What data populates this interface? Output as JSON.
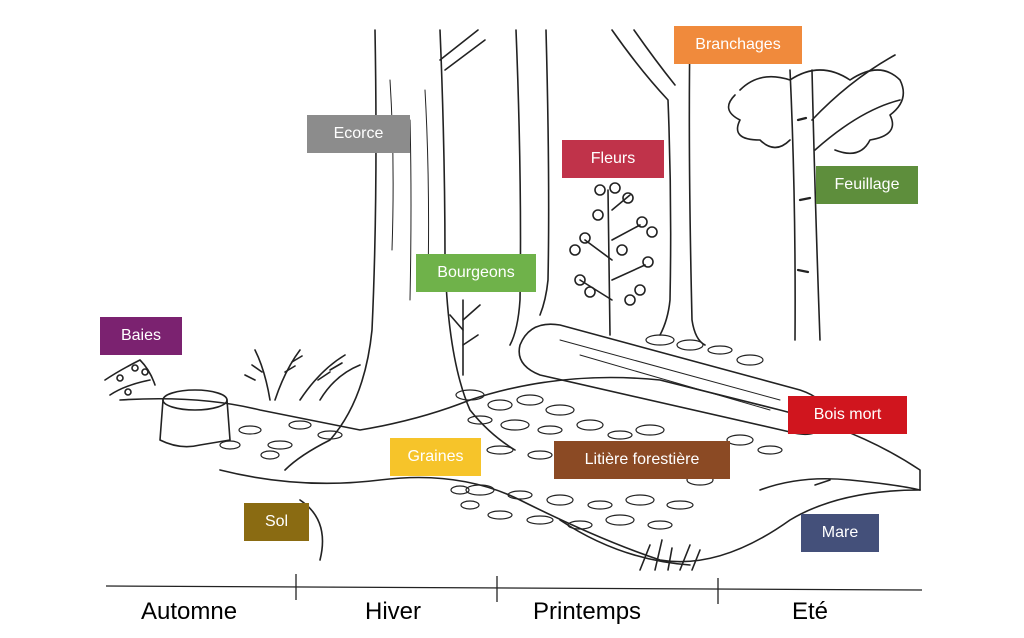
{
  "labels": {
    "branchages": {
      "text": "Branchages",
      "color": "#F08A3C"
    },
    "ecorce": {
      "text": "Ecorce",
      "color": "#8C8C8C"
    },
    "fleurs": {
      "text": "Fleurs",
      "color": "#C0334A"
    },
    "feuillage": {
      "text": "Feuillage",
      "color": "#5E8E3C"
    },
    "bourgeons": {
      "text": "Bourgeons",
      "color": "#6FB24A"
    },
    "baies": {
      "text": "Baies",
      "color": "#7B2270"
    },
    "bois_mort": {
      "text": "Bois mort",
      "color": "#D0151E"
    },
    "graines": {
      "text": "Graines",
      "color": "#F6C42A"
    },
    "litiere": {
      "text": "Litière forestière",
      "color": "#8B4A24"
    },
    "sol": {
      "text": "Sol",
      "color": "#8A6B12"
    },
    "mare": {
      "text": "Mare",
      "color": "#44507A"
    }
  },
  "seasons": [
    "Automne",
    "Hiver",
    "Printemps",
    "Eté"
  ]
}
